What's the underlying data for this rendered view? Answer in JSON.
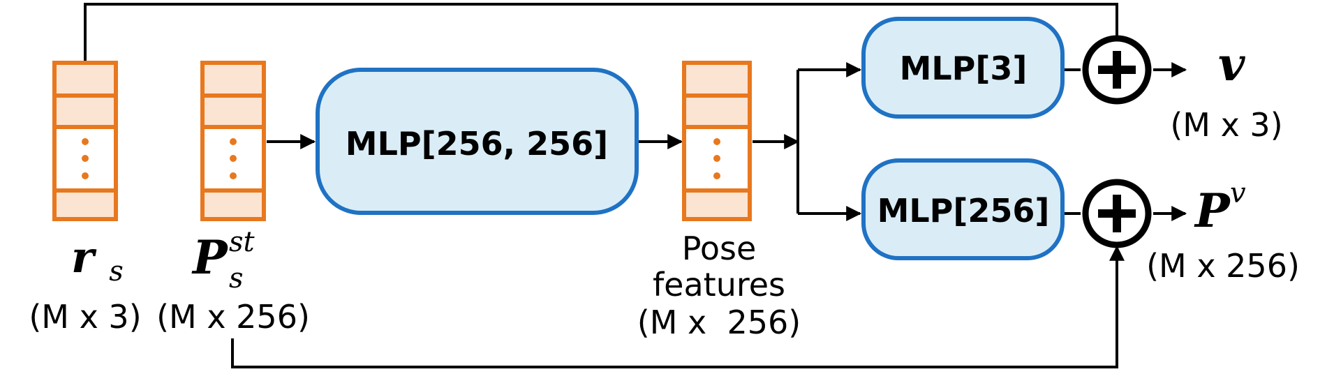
{
  "colors": {
    "feature_border": "#e8781e",
    "feature_fill": "#fce4d3",
    "feature_dot": "#e8781e",
    "mlp_border": "#1f72c4",
    "mlp_fill": "#daedf6",
    "line": "#000000"
  },
  "inputs": {
    "rs": {
      "symbol": "r",
      "sub": "s",
      "dims": "(M x 3)"
    },
    "pst": {
      "symbol": "P",
      "sup": "st",
      "sub": "s",
      "dims": "(M x 256)"
    }
  },
  "mlp_main": {
    "label": "MLP[256, 256]"
  },
  "pose_features": {
    "line1": "Pose",
    "line2": "features",
    "dims": "(M x  256)"
  },
  "mlp_top": {
    "label": "MLP[3]"
  },
  "mlp_bottom": {
    "label": "MLP[256]"
  },
  "output_v": {
    "symbol": "v",
    "dims": "(M x 3)"
  },
  "output_pv": {
    "symbol": "P",
    "sup": "v",
    "dims": "(M x 256)"
  },
  "icons": {
    "add": "plus-circle-icon",
    "dots": "vertical-ellipsis-icon"
  }
}
